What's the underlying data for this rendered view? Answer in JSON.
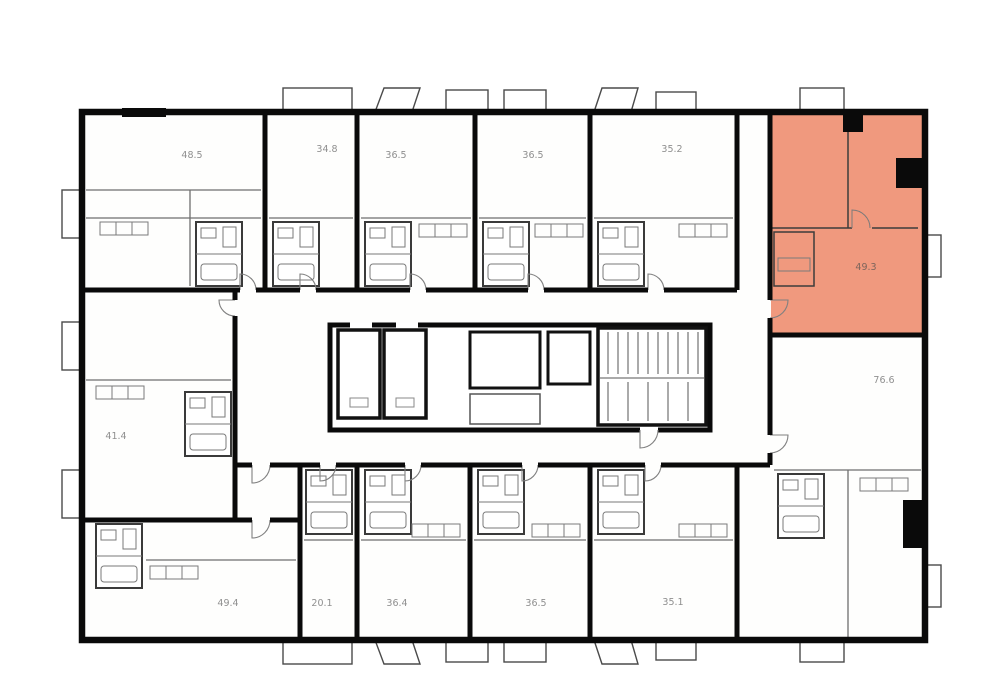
{
  "floor_plan": {
    "type": "apartment-building-floor-plan",
    "highlight_color": "#f0997e",
    "wall_color": "#0a0a0a",
    "detail_color": "#6f6f6f",
    "label_color": "#8f8f8f",
    "highlight_label_color": "#7d655c",
    "background": "#ffffff",
    "units": [
      {
        "id": "top-1",
        "area": "48.5",
        "highlighted": false
      },
      {
        "id": "top-2",
        "area": "34.8",
        "highlighted": false
      },
      {
        "id": "top-3",
        "area": "36.5",
        "highlighted": false
      },
      {
        "id": "top-4",
        "area": "36.5",
        "highlighted": false
      },
      {
        "id": "top-5",
        "area": "35.2",
        "highlighted": false
      },
      {
        "id": "top-right-highlighted",
        "area": "49.3",
        "highlighted": true
      },
      {
        "id": "right",
        "area": "76.6",
        "highlighted": false
      },
      {
        "id": "left",
        "area": "41.4",
        "highlighted": false
      },
      {
        "id": "bottom-1",
        "area": "49.4",
        "highlighted": false
      },
      {
        "id": "bottom-2",
        "area": "20.1",
        "highlighted": false
      },
      {
        "id": "bottom-3",
        "area": "36.4",
        "highlighted": false
      },
      {
        "id": "bottom-4",
        "area": "36.5",
        "highlighted": false
      },
      {
        "id": "bottom-5",
        "area": "35.1",
        "highlighted": false
      }
    ]
  }
}
